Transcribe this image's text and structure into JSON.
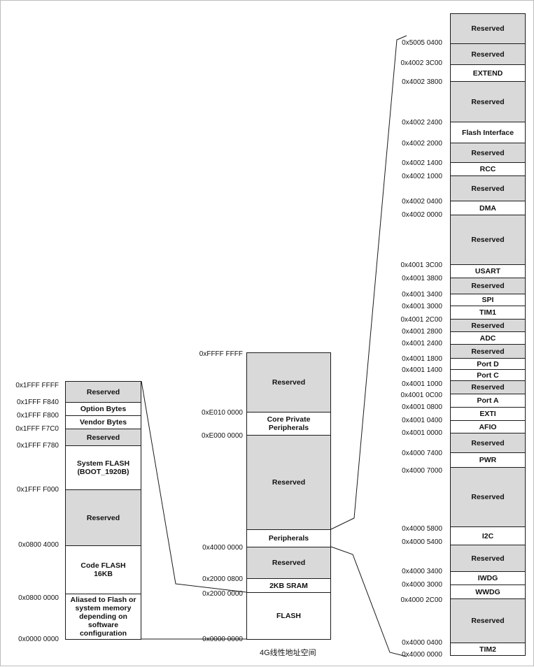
{
  "colors": {
    "reserved": "#d9d9d9",
    "normal": "#ffffff",
    "border": "#1a1a1a"
  },
  "caption": "4G线性地址空间",
  "left": {
    "blocks": [
      {
        "label": "Reserved",
        "reserved": true
      },
      {
        "label": "Option Bytes",
        "reserved": false
      },
      {
        "label": "Vendor Bytes",
        "reserved": false
      },
      {
        "label": "Reserved",
        "reserved": true
      },
      {
        "label": "System FLASH\n(BOOT_1920B)",
        "reserved": false
      },
      {
        "label": "Reserved",
        "reserved": true
      },
      {
        "label": "Code FLASH\n16KB",
        "reserved": false
      },
      {
        "label": "Aliased to Flash or\nsystem memory\ndepending on\nsoftware\nconfiguration",
        "reserved": false
      }
    ],
    "addresses": [
      "0x1FFF FFFF",
      "0x1FFF F840",
      "0x1FFF F800",
      "0x1FFF F7C0",
      "0x1FFF F780",
      "0x1FFF F000",
      "0x0800 4000",
      "0x0800 0000",
      "0x0000 0000"
    ]
  },
  "middle": {
    "blocks": [
      {
        "label": "Reserved",
        "reserved": true
      },
      {
        "label": "Core Private\nPeripherals",
        "reserved": false
      },
      {
        "label": "Reserved",
        "reserved": true
      },
      {
        "label": "Peripherals",
        "reserved": false
      },
      {
        "label": "Reserved",
        "reserved": true
      },
      {
        "label": "2KB SRAM",
        "reserved": false
      },
      {
        "label": "FLASH",
        "reserved": false
      }
    ],
    "addresses": [
      "0xFFFF FFFF",
      "0xE010 0000",
      "0xE000 0000",
      "0x4000 0000",
      "0x2000 0800",
      "0x2000 0000",
      "0x0000 0000"
    ]
  },
  "right": {
    "blocks": [
      {
        "label": "Reserved",
        "reserved": true
      },
      {
        "label": "Reserved",
        "reserved": true
      },
      {
        "label": "EXTEND",
        "reserved": false
      },
      {
        "label": "Reserved",
        "reserved": true
      },
      {
        "label": "Flash Interface",
        "reserved": false
      },
      {
        "label": "Reserved",
        "reserved": true
      },
      {
        "label": "RCC",
        "reserved": false
      },
      {
        "label": "Reserved",
        "reserved": true
      },
      {
        "label": "DMA",
        "reserved": false
      },
      {
        "label": "Reserved",
        "reserved": true
      },
      {
        "label": "USART",
        "reserved": false
      },
      {
        "label": "Reserved",
        "reserved": true
      },
      {
        "label": "SPI",
        "reserved": false
      },
      {
        "label": "TIM1",
        "reserved": false
      },
      {
        "label": "Reserved",
        "reserved": true
      },
      {
        "label": "ADC",
        "reserved": false
      },
      {
        "label": "Reserved",
        "reserved": true
      },
      {
        "label": "Port D",
        "reserved": false
      },
      {
        "label": "Port C",
        "reserved": false
      },
      {
        "label": "Reserved",
        "reserved": true
      },
      {
        "label": "Port A",
        "reserved": false
      },
      {
        "label": "EXTI",
        "reserved": false
      },
      {
        "label": "AFIO",
        "reserved": false
      },
      {
        "label": "Reserved",
        "reserved": true
      },
      {
        "label": "PWR",
        "reserved": false
      },
      {
        "label": "Reserved",
        "reserved": true
      },
      {
        "label": "I2C",
        "reserved": false
      },
      {
        "label": "Reserved",
        "reserved": true
      },
      {
        "label": "IWDG",
        "reserved": false
      },
      {
        "label": "WWDG",
        "reserved": false
      },
      {
        "label": "Reserved",
        "reserved": true
      },
      {
        "label": "TIM2",
        "reserved": false
      }
    ],
    "addresses": [
      "0x5005 0400",
      "0x4002 3C00",
      "0x4002 3800",
      "0x4002 2400",
      "0x4002 2000",
      "0x4002 1400",
      "0x4002 1000",
      "0x4002 0400",
      "0x4002 0000",
      "0x4001 3C00",
      "0x4001 3800",
      "0x4001 3400",
      "0x4001 3000",
      "0x4001 2C00",
      "0x4001 2800",
      "0x4001 2400",
      "0x4001 1800",
      "0x4001 1400",
      "0x4001 1000",
      "0x4001 0C00",
      "0x4001 0800",
      "0x4001 0400",
      "0x4001 0000",
      "0x4000 7400",
      "0x4000 7000",
      "0x4000 5800",
      "0x4000 5400",
      "0x4000 3400",
      "0x4000 3000",
      "0x4000 2C00",
      "0x4000 0400",
      "0x4000 0000"
    ]
  }
}
